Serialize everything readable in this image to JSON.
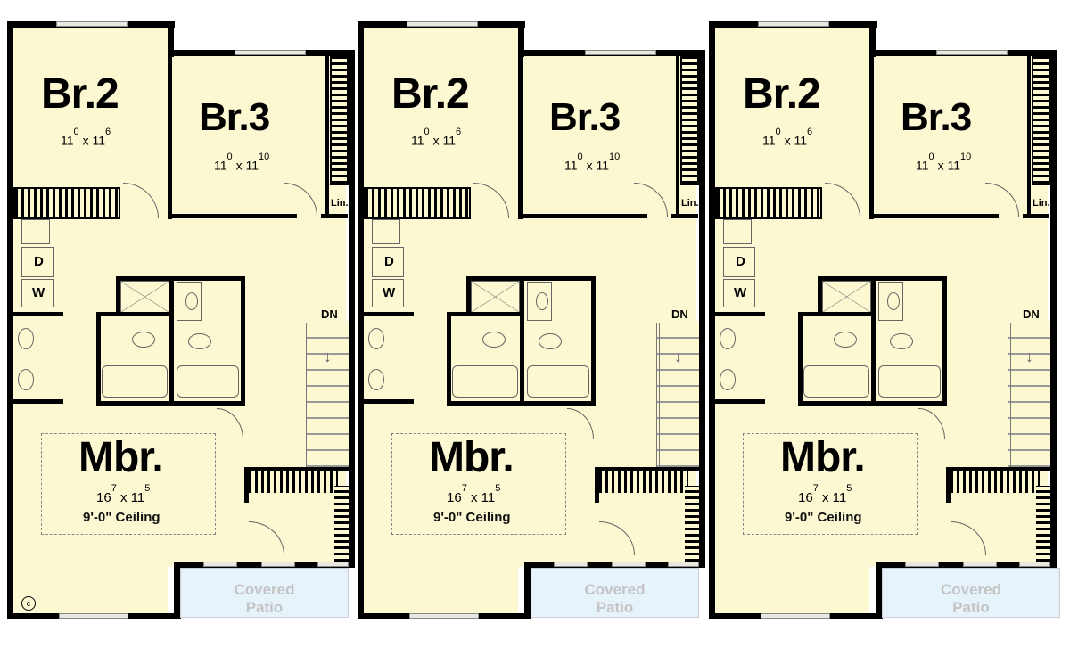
{
  "plan": {
    "units": [
      {
        "id": "left",
        "rooms": {
          "br2": {
            "label": "Br.2",
            "dim_w": "11",
            "dim_w_in": "0",
            "dim_x": "x",
            "dim_l": "11",
            "dim_l_in": "6"
          },
          "br3": {
            "label": "Br.3",
            "dim_w": "11",
            "dim_w_in": "0",
            "dim_x": "x",
            "dim_l": "11",
            "dim_l_in": "10"
          },
          "mbr": {
            "label": "Mbr.",
            "dim_w": "16",
            "dim_w_in": "7",
            "dim_x": "x",
            "dim_l": "11",
            "dim_l_in": "5",
            "ceiling": "9'-0\" Ceiling"
          },
          "linen": {
            "label": "Lin."
          },
          "dryer": {
            "label": "D"
          },
          "washer": {
            "label": "W"
          },
          "stairs": {
            "label": "DN"
          },
          "patio": {
            "line1": "Covered",
            "line2": "Patio"
          }
        }
      },
      {
        "id": "middle",
        "rooms": {
          "br2": {
            "label": "Br.2",
            "dim_w": "11",
            "dim_w_in": "0",
            "dim_x": "x",
            "dim_l": "11",
            "dim_l_in": "6"
          },
          "br3": {
            "label": "Br.3",
            "dim_w": "11",
            "dim_w_in": "0",
            "dim_x": "x",
            "dim_l": "11",
            "dim_l_in": "10"
          },
          "mbr": {
            "label": "Mbr.",
            "dim_w": "16",
            "dim_w_in": "7",
            "dim_x": "x",
            "dim_l": "11",
            "dim_l_in": "5",
            "ceiling": "9'-0\" Ceiling"
          },
          "linen": {
            "label": "Lin."
          },
          "dryer": {
            "label": "D"
          },
          "washer": {
            "label": "W"
          },
          "stairs": {
            "label": "DN"
          },
          "patio": {
            "line1": "Covered",
            "line2": "Patio"
          }
        }
      },
      {
        "id": "right",
        "rooms": {
          "br2": {
            "label": "Br.2",
            "dim_w": "11",
            "dim_w_in": "0",
            "dim_x": "x",
            "dim_l": "11",
            "dim_l_in": "6"
          },
          "br3": {
            "label": "Br.3",
            "dim_w": "11",
            "dim_w_in": "0",
            "dim_x": "x",
            "dim_l": "11",
            "dim_l_in": "10"
          },
          "mbr": {
            "label": "Mbr.",
            "dim_w": "16",
            "dim_w_in": "7",
            "dim_x": "x",
            "dim_l": "11",
            "dim_l_in": "5",
            "ceiling": "9'-0\" Ceiling"
          },
          "linen": {
            "label": "Lin."
          },
          "dryer": {
            "label": "D"
          },
          "washer": {
            "label": "W"
          },
          "stairs": {
            "label": "DN"
          },
          "patio": {
            "line1": "Covered",
            "line2": "Patio"
          }
        }
      }
    ],
    "copyright_symbol": "c",
    "colors": {
      "floor": "#fcf8d2",
      "wall": "#000000",
      "patio": "#e6f3fb",
      "patio_text": "#c4c4c4"
    }
  }
}
